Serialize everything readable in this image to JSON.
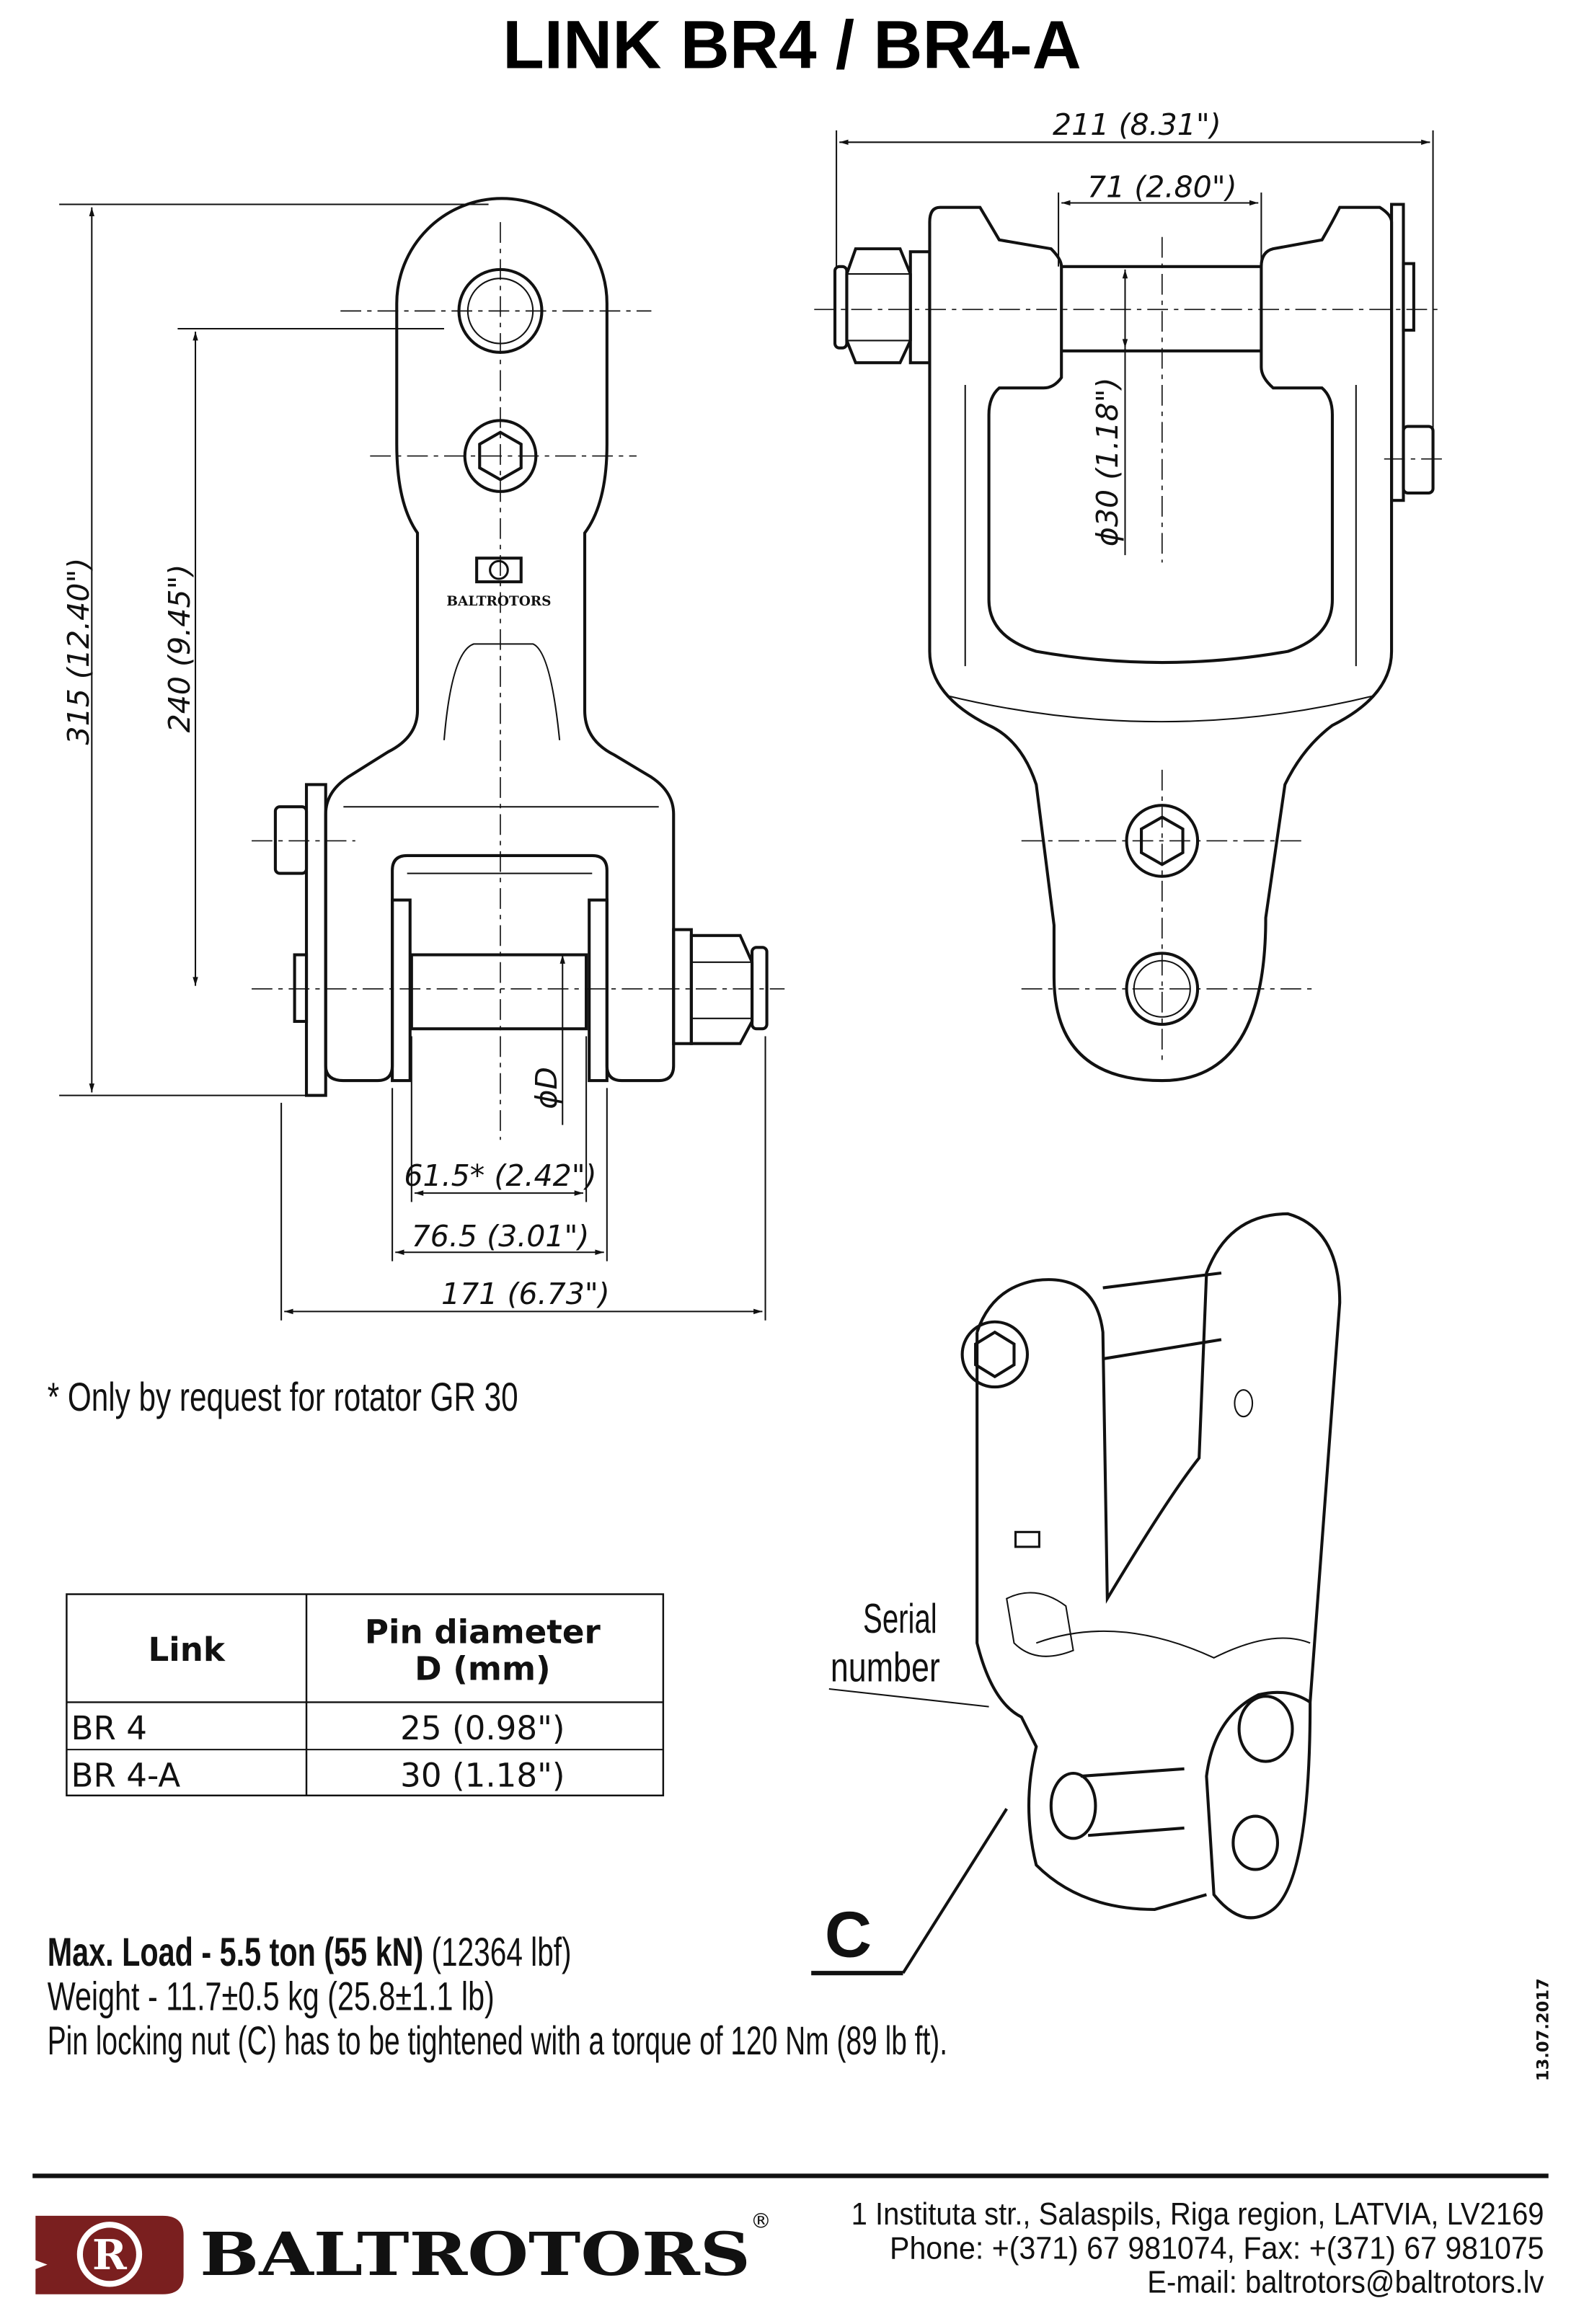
{
  "title": "LINK BR4 / BR4-A",
  "left_view": {
    "dim_total_height": "315 (12.40\")",
    "dim_pin_height": "240 (9.45\")",
    "dim_inner_width_option": "61.5* (2.42\")",
    "dim_inner_width": "76.5 (3.01\")",
    "dim_total_width": "171 (6.73\")",
    "pin_diameter_label": "ϕD",
    "logo_text": "BALTROTORS"
  },
  "right_view": {
    "dim_total_width": "211 (8.31\")",
    "dim_inner_width": "71 (2.80\")",
    "dim_pin_diameter": "ϕ30 (1.18\")"
  },
  "note": "* Only by request for rotator  GR 30",
  "table": {
    "headers": [
      "Link",
      "Pin diameter",
      "D (mm)"
    ],
    "rows": [
      {
        "link": "BR 4",
        "pin": "25 (0.98\")"
      },
      {
        "link": "BR 4-A",
        "pin": "30 (1.18\")"
      }
    ]
  },
  "iso_view": {
    "serial_label_1": "Serial",
    "serial_label_2": "number",
    "callout": "C"
  },
  "specs": {
    "max_load_bold": "Max. Load - 5.5 ton (55 kN)",
    "max_load_extra": " (12364 lbf)",
    "weight": "Weight - 11.7±0.5 kg (25.8±1.1 lb)",
    "torque": "Pin locking nut (C) has to be tightened with a torque of 120 Nm (89 lb ft)."
  },
  "date": "13.07.2017",
  "footer": {
    "brand": "BALTROTORS",
    "registered": "®",
    "address": "1 Instituta str., Salaspils, Riga region, LATVIA, LV2169",
    "phone": "Phone: +(371) 67 981074, Fax: +(371) 67 981075",
    "email": "E-mail: baltrotors@baltrotors.lv",
    "brand_color": "#7a1f1f"
  }
}
